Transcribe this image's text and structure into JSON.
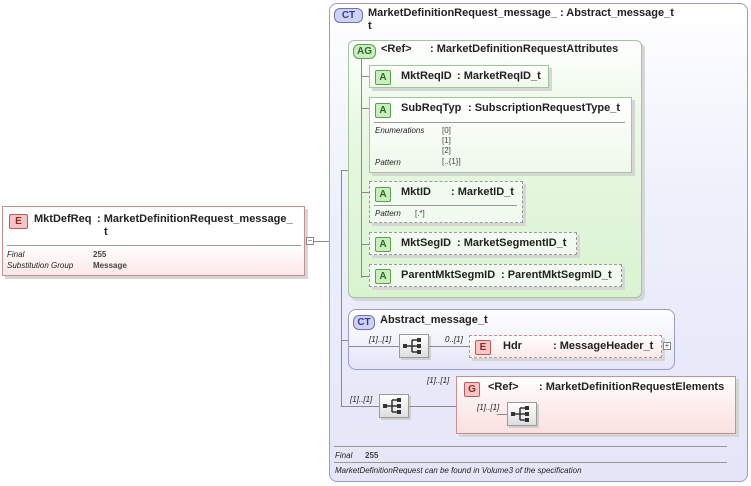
{
  "left_element": {
    "tag": "E",
    "name": "MktDefReq",
    "type_line1": ": MarketDefinitionRequest_message_",
    "type_line2": "t",
    "props": [
      {
        "key": "Final",
        "value": "255"
      },
      {
        "key": "Substitution Group",
        "value": "Message"
      }
    ]
  },
  "complex_type": {
    "tag": "CT",
    "title_line1": "MarketDefinitionRequest_message_ : Abstract_message_t",
    "title_line2": "t",
    "footer_final_key": "Final",
    "footer_final_value": "255",
    "footer_note": "MarketDefinitionRequest can be found in Volume3 of the specification"
  },
  "attribute_group": {
    "tag": "AG",
    "ref": "<Ref>",
    "name": ": MarketDefinitionRequestAttributes"
  },
  "attributes": [
    {
      "tag": "A",
      "name": "MktReqID",
      "type": ": MarketReqID_t"
    },
    {
      "tag": "A",
      "name": "SubReqTyp",
      "type": ": SubscriptionRequestType_t",
      "enum_label": "Enumerations",
      "enum_values": [
        "[0]",
        "[1]",
        "[2]"
      ],
      "pattern_label": "Pattern",
      "pattern_value": "[..{1}]"
    },
    {
      "tag": "A",
      "name": "MktID",
      "type": ": MarketID_t",
      "pattern_label": "Pattern",
      "pattern_value": "[.*]"
    },
    {
      "tag": "A",
      "name": "MktSegID",
      "type": ": MarketSegmentID_t"
    },
    {
      "tag": "A",
      "name": "ParentMktSegmID",
      "type": ": ParentMktSegmID_t"
    }
  ],
  "abstract_message": {
    "tag": "CT",
    "name": "Abstract_message_t",
    "seq_mult": "[1]..[1]",
    "hdr_mult": "0..[1]",
    "hdr_tag": "E",
    "hdr_name": "Hdr",
    "hdr_type": ": MessageHeader_t"
  },
  "elements_group": {
    "seq_mult": "[1]..[1]",
    "group_mult": "[1]..[1]",
    "tag": "G",
    "ref": "<Ref>",
    "name": ": MarketDefinitionRequestElements",
    "inner_mult": "[1]..[1]"
  },
  "colors": {
    "ct_background": "#e9eaf9",
    "ag_background": "#ddf5d6",
    "element_background": "#fde8e8"
  }
}
